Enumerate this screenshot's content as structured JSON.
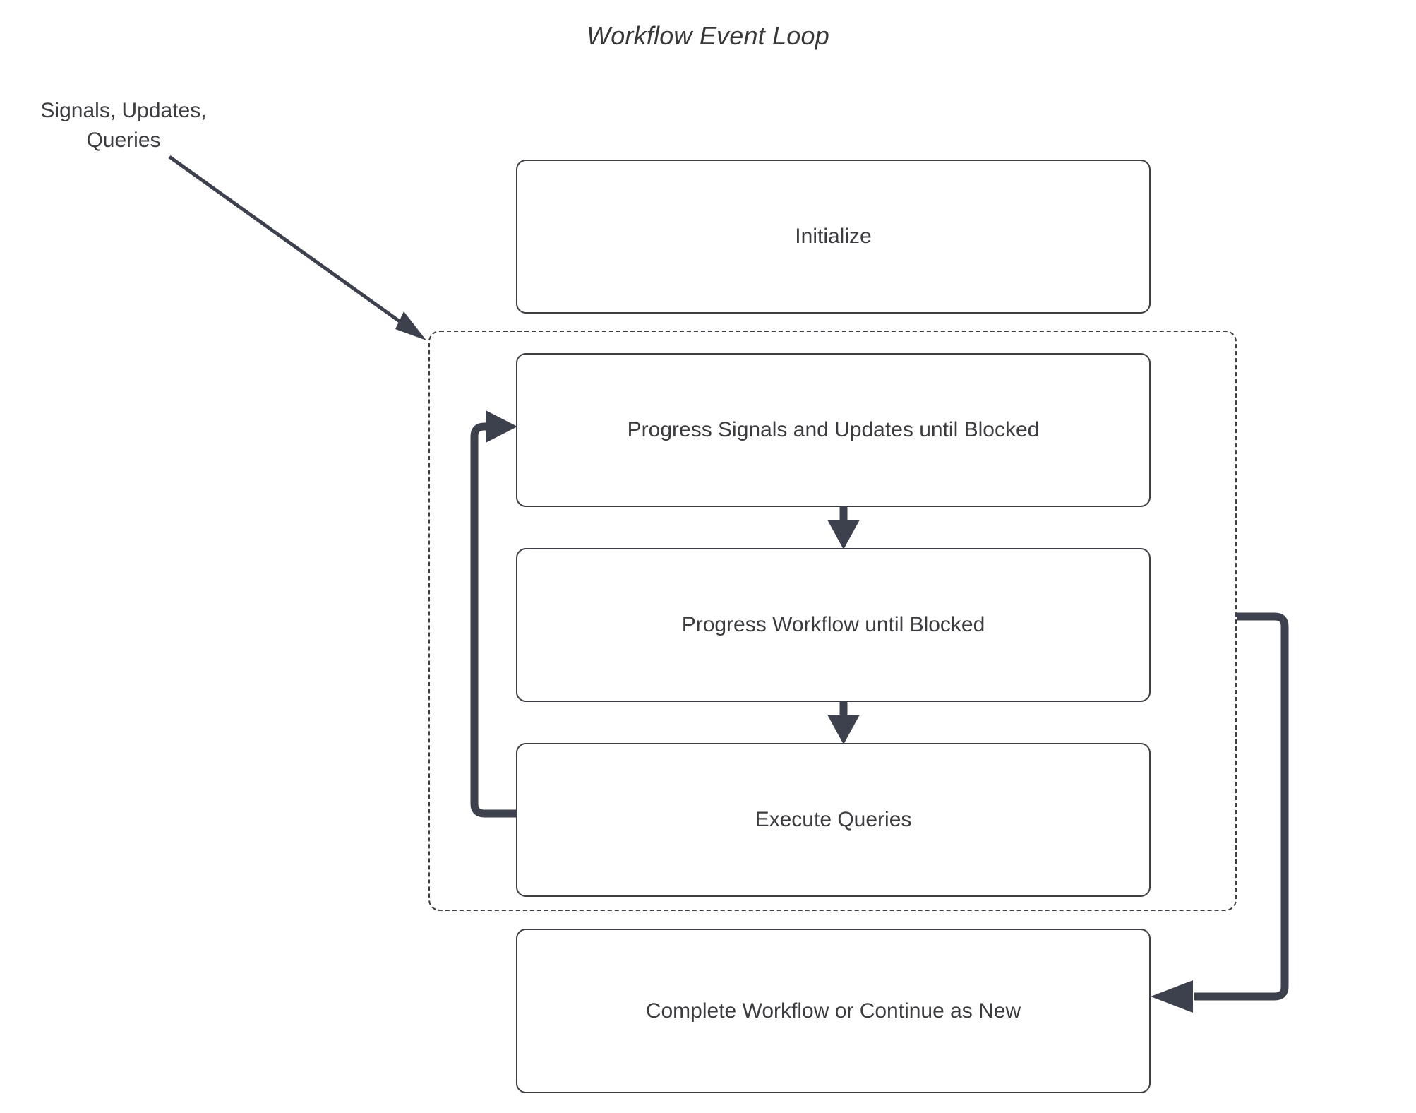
{
  "title": "Workflow Event Loop",
  "colors": {
    "background": "#ffffff",
    "node_border": "#3d3f44",
    "node_fill": "#ffffff",
    "text": "#3b3c3f",
    "connector": "#3d414d",
    "container_border": "#3d3f44"
  },
  "external_input": {
    "label": "Signals, Updates,\nQueries"
  },
  "nodes": {
    "initialize": {
      "label": "Initialize"
    },
    "progress_signals": {
      "label": "Progress Signals and Updates until Blocked"
    },
    "progress_workflow": {
      "label": "Progress Workflow until Blocked"
    },
    "execute_queries": {
      "label": "Execute Queries"
    },
    "complete_workflow": {
      "label": "Complete Workflow or Continue as New"
    }
  },
  "container": {
    "name": "event-loop-region",
    "style": "dashed"
  },
  "edges": [
    {
      "name": "signals-to-loop",
      "from": "external-input-label",
      "to": "event-loop-region",
      "style": "diagonal-arrow",
      "label": ""
    },
    {
      "name": "progress-signals-to-progress-workflow",
      "from": "progress_signals",
      "to": "progress_workflow",
      "style": "vertical-arrow",
      "label": ""
    },
    {
      "name": "progress-workflow-to-execute-queries",
      "from": "progress_workflow",
      "to": "execute_queries",
      "style": "vertical-arrow",
      "label": ""
    },
    {
      "name": "execute-queries-loop-back",
      "from": "execute_queries",
      "to": "progress_signals",
      "style": "elbow-arrow-left",
      "label": ""
    },
    {
      "name": "loop-to-complete-workflow",
      "from": "event-loop-region",
      "to": "complete_workflow",
      "style": "elbow-arrow-right",
      "label": ""
    }
  ],
  "chart_data": {
    "type": "diagram",
    "title": "Workflow Event Loop",
    "nodes": [
      "Initialize",
      "Progress Signals and Updates until Blocked",
      "Progress Workflow until Blocked",
      "Execute Queries",
      "Complete Workflow or Continue as New"
    ],
    "grouped": [
      "Progress Signals and Updates until Blocked",
      "Progress Workflow until Blocked",
      "Execute Queries"
    ],
    "external_inputs": [
      "Signals, Updates, Queries"
    ],
    "connections": [
      [
        "Signals, Updates, Queries",
        "event loop region"
      ],
      [
        "Progress Signals and Updates until Blocked",
        "Progress Workflow until Blocked"
      ],
      [
        "Progress Workflow until Blocked",
        "Execute Queries"
      ],
      [
        "Execute Queries",
        "Progress Signals and Updates until Blocked"
      ],
      [
        "event loop region",
        "Complete Workflow or Continue as New"
      ]
    ]
  }
}
